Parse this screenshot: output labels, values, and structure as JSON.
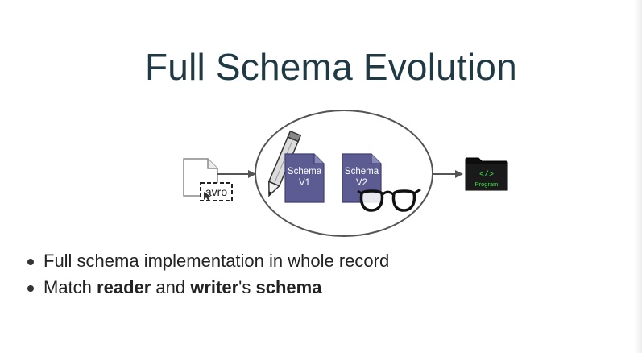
{
  "slide": {
    "title": "Full Schema Evolution"
  },
  "diagram": {
    "input_file_label": "avro",
    "schema_v1": {
      "line1": "Schema",
      "line2": "V1"
    },
    "schema_v2": {
      "line1": "Schema",
      "line2": "V2"
    },
    "program_folder": {
      "code": "</>",
      "label": "Program"
    },
    "icons": [
      "document-icon",
      "pencil-icon",
      "schema-document-icon",
      "glasses-icon",
      "folder-icon",
      "arrow-icon"
    ]
  },
  "bullets": [
    {
      "text": "Full schema implementation in whole record"
    },
    {
      "parts": [
        "Match ",
        "reader",
        " and ",
        "writer",
        "'s ",
        "schema"
      ]
    }
  ]
}
